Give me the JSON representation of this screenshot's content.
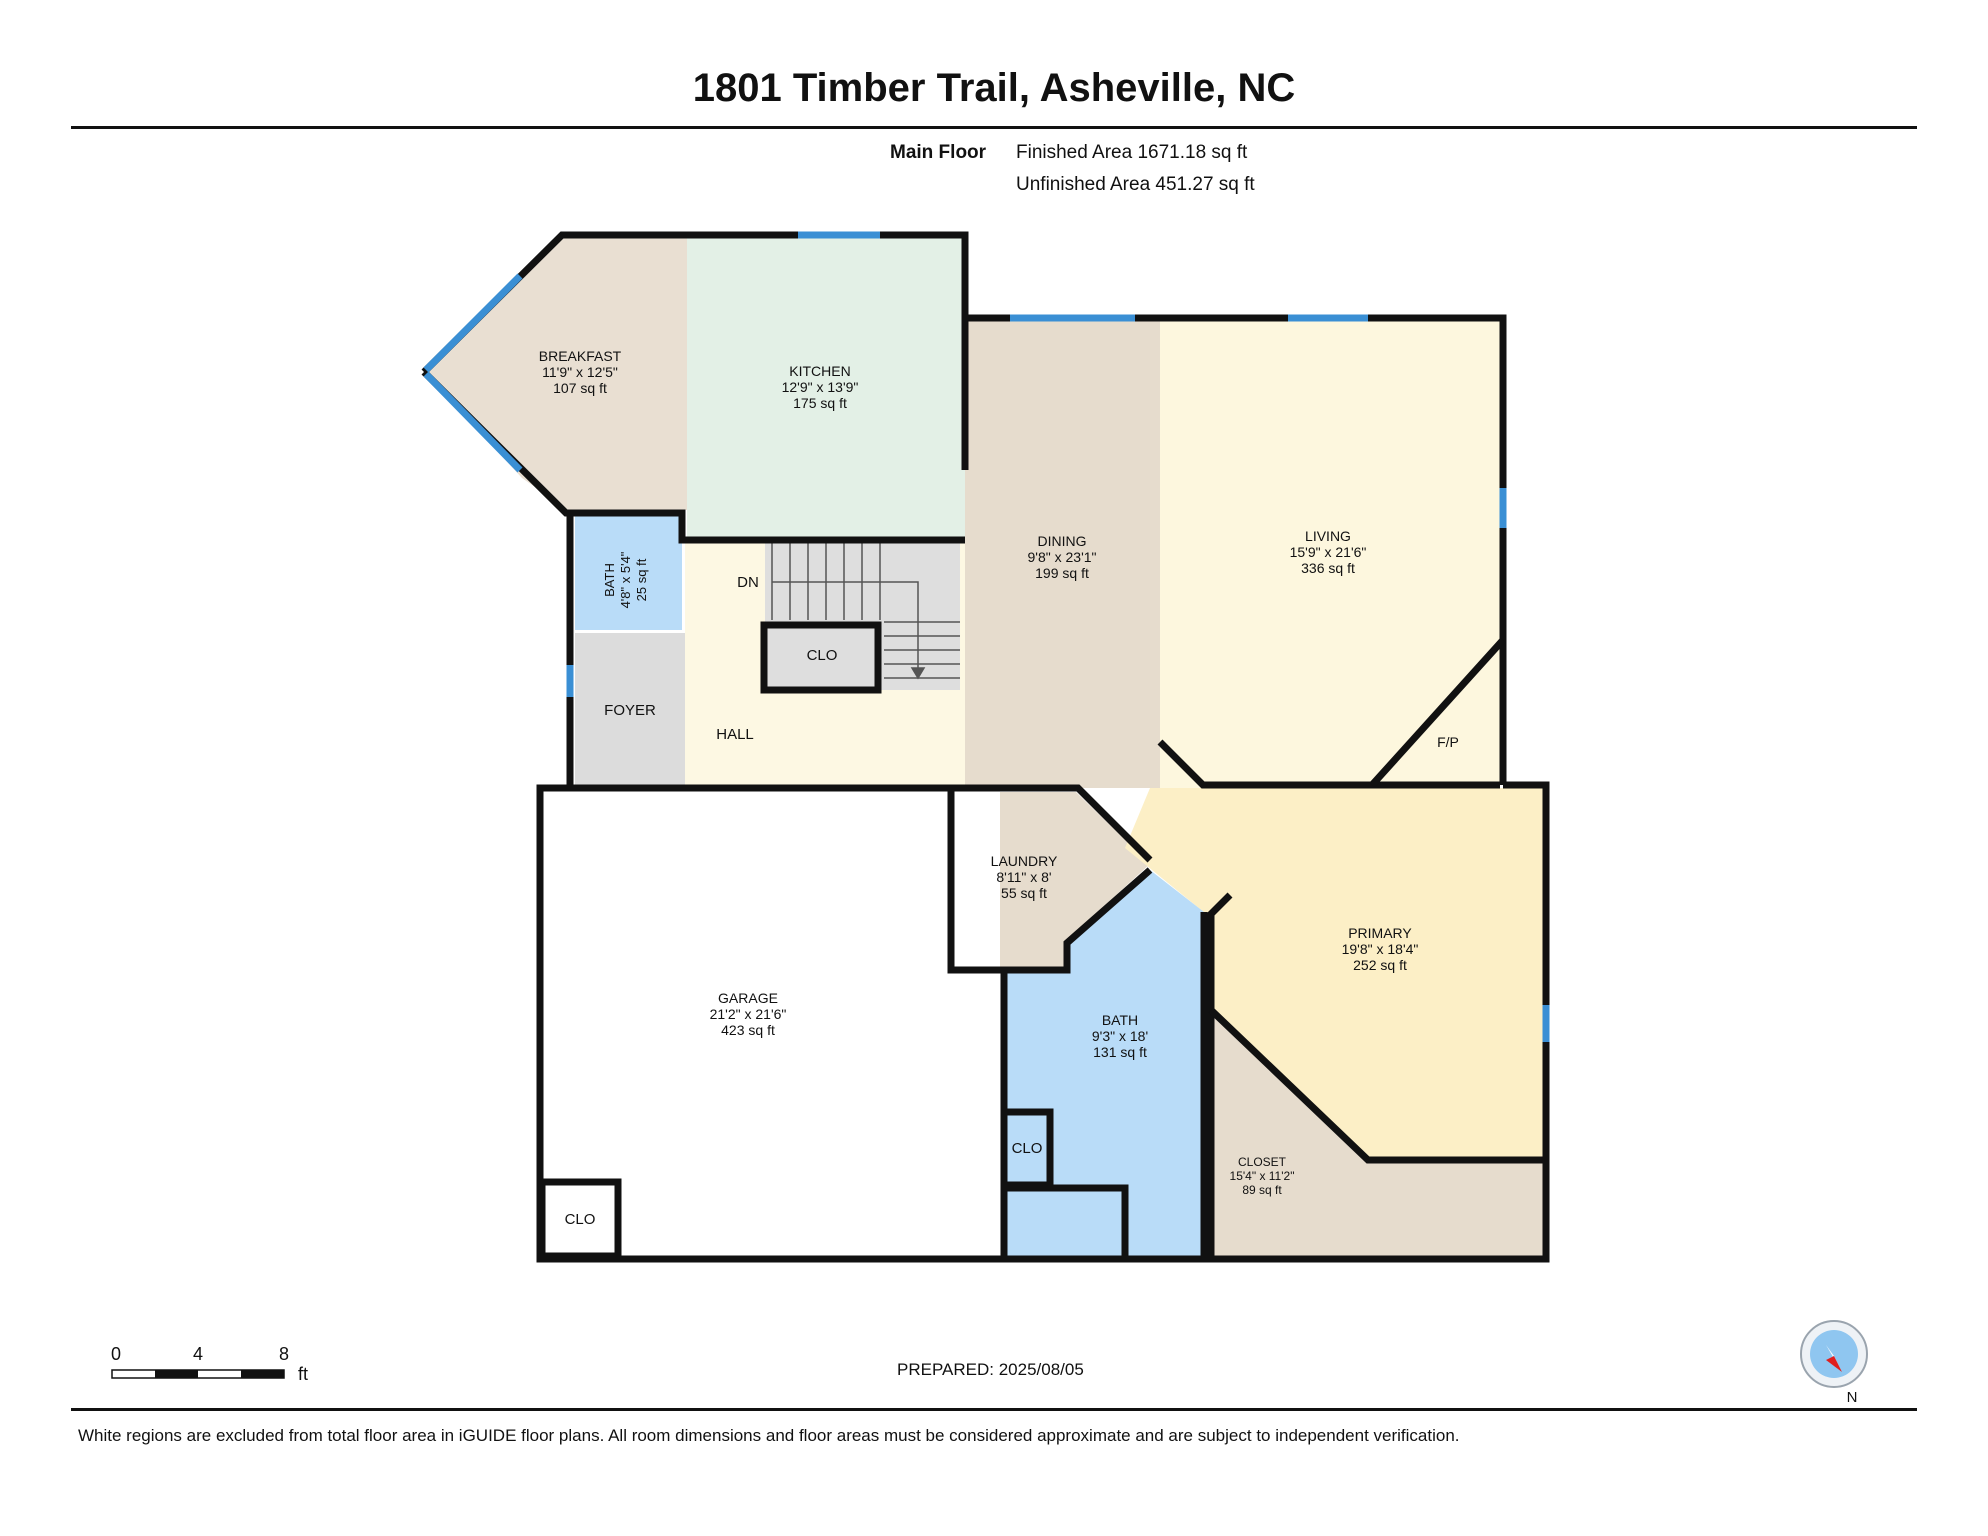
{
  "title": "1801 Timber Trail, Asheville, NC",
  "floor": {
    "name": "Main Floor",
    "finished": "Finished Area 1671.18 sq ft",
    "unfinished": "Unfinished Area 451.27 sq ft"
  },
  "rooms": {
    "breakfast": {
      "name": "BREAKFAST",
      "dims": "11'9\" x 12'5\"",
      "area": "107 sq ft"
    },
    "kitchen": {
      "name": "KITCHEN",
      "dims": "12'9\" x 13'9\"",
      "area": "175 sq ft"
    },
    "dining": {
      "name": "DINING",
      "dims": "9'8\" x 23'1\"",
      "area": "199 sq ft"
    },
    "living": {
      "name": "LIVING",
      "dims": "15'9\" x 21'6\"",
      "area": "336 sq ft"
    },
    "bath_small": {
      "name": "BATH",
      "dims": "4'8\" x 5'4\"",
      "area": "25 sq ft"
    },
    "laundry": {
      "name": "LAUNDRY",
      "dims": "8'11\" x 8'",
      "area": "55 sq ft"
    },
    "garage": {
      "name": "GARAGE",
      "dims": "21'2\" x 21'6\"",
      "area": "423 sq ft"
    },
    "bath_main": {
      "name": "BATH",
      "dims": "9'3\" x 18'",
      "area": "131 sq ft"
    },
    "primary": {
      "name": "PRIMARY",
      "dims": "19'8\" x 18'4\"",
      "area": "252 sq ft"
    },
    "closet": {
      "name": "CLOSET",
      "dims": "15'4\" x 11'2\"",
      "area": "89 sq ft"
    }
  },
  "labels": {
    "foyer": "FOYER",
    "hall": "HALL",
    "dn": "DN",
    "clo": "CLO",
    "fp": "F/P"
  },
  "scale": {
    "ticks": [
      "0",
      "4",
      "8"
    ],
    "unit": "ft"
  },
  "compass": {
    "label": "N"
  },
  "prepared": "PREPARED: 2025/08/05",
  "disclaimer": "White regions are excluded from total floor area in iGUIDE floor plans. All room dimensions and floor areas must be considered approximate and are subject to independent verification.",
  "colors": {
    "breakfast": "#e9dfd2",
    "kitchen": "#e3f0e6",
    "dining": "#e6dccd",
    "living": "#fdf7de",
    "bath": "#b9dcf8",
    "hall": "#fdf8e3",
    "foyer": "#dcdcdc",
    "laundry": "#e6dccd",
    "primary": "#fcefc6",
    "closet": "#e6dccd",
    "window": "#3a8fd4",
    "wall": "#111111"
  }
}
